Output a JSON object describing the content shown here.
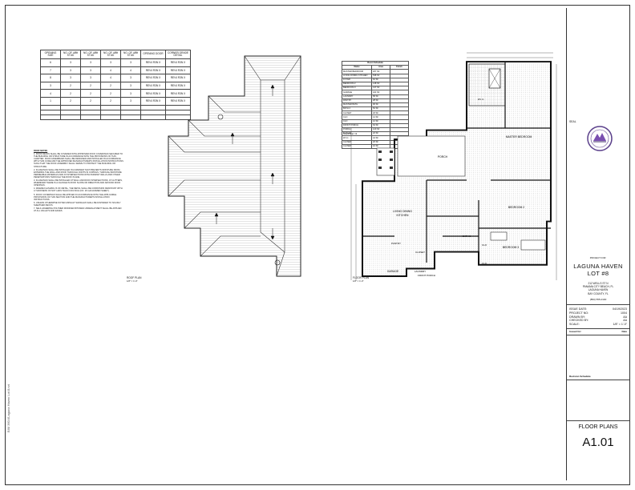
{
  "vent_table": {
    "headers": [
      "OPENING SIZE",
      "NO. OF 4/8ft STUD",
      "NO. OF 4/8ft STUD",
      "NO. OF 4/8ft STUD",
      "NO. OF 4/8ft STUD",
      "OPENING DOOR",
      "CORNER GRADE DETAIL"
    ],
    "rows": [
      [
        "6",
        "3",
        "3",
        "3",
        "3",
        "REV4 R3N X",
        "REV4 R3N X"
      ],
      [
        "7",
        "3",
        "3",
        "4",
        "4",
        "REV4 R3N X",
        "REV4 R3N X"
      ],
      [
        "8",
        "3",
        "3",
        "4",
        "3",
        "REV4 R3N X",
        "REV4 R3N X"
      ],
      [
        "3",
        "2",
        "2",
        "2",
        "3",
        "REV4 R3N X",
        "REV4 R3N X"
      ],
      [
        "4",
        "2",
        "2",
        "2",
        "3",
        "REV4 R3N X",
        "REV4 R3N X"
      ],
      [
        "1",
        "2",
        "2",
        "2",
        "3",
        "REV4 R3N X",
        "REV4 R3N X"
      ]
    ]
  },
  "notes": {
    "title": "ROOF NOTES",
    "items": [
      "ROOF DECKS SHALL BE COVERED WITH APPROVED ROOF COVERINGS SECURED TO THE BUILDING OR STRUCTURE IN ACCORDANCE WITH THE PROVISIONS OF THIS CHAPTER. ROOF ASSEMBLIES SHALL BE DESIGNED AND INSTALLED IN ACCORDANCE WITH THIS CODE AND THE APPROVED MANUFACTURER'S INSTALLATION INSTRUCTIONS SUCH THAT THE ROOF ASSEMBLY SHALL SERVE TO PROTECT THE BUILDING OR STRUCTURE.",
      "FLASHINGS SHALL BE INSTALLED IN A MANNER THAT PREVENTS MOISTURE FROM ENTERING THE WALL AND ROOF THROUGH JOINTS IN COPINGS, THROUGH MOISTURE PERMEABLE MATERIALS AND AT INTERSECTIONS WITH PARAPET WALLS AND OTHER PENETRATIONS THROUGH THE ROOF PLANE.",
      "FLASHINGS SHALL BE INSTALLED AT WALL AND ROOF INTERSECTIONS, AT GUTTERS, WHEREVER THERE IS A CHANGE IN ROOF SLOPE OR DIRECTION AND AROUND ROOF OPENINGS.",
      "WHERE FLASHING IS OF METAL, THE METAL SHALL BE CORROSION RESISTANT WITH A THICKNESS OF NOT LESS THAN 0.019 INCH (NO. 26 GALVANIZED SHEET).",
      "ROOF COVERINGS SHALL BE APPLIED IN ACCORDANCE WITH THE APPLICABLE PROVISIONS OF THIS SECTION AND THE MANUFACTURER'S INSTALLATION INSTRUCTIONS.",
      "UNLESS OTHERWISE NOTED ASPHALT SHINGLES SHALL BE FASTENED TO SOLIDLY SHEATHED DECKS.",
      "SELF-ADHERING POLYMER MODIFIED BITUMEN UNDERLAYMENT SHALL BE APPLIED AT ALL VALLEYS AND EAVES."
    ]
  },
  "room_schedule": {
    "title": "Room Schedule",
    "columns": [
      "Name",
      "Area",
      "Finish"
    ],
    "rows": [
      [
        "MASTER BEDROOM",
        "267 SF"
      ],
      [
        "LIVING DINING KITCHEN",
        "538 SF"
      ],
      [
        "FOYER",
        "62 SF"
      ],
      [
        "BEDROOM 2",
        "148 SF"
      ],
      [
        "BEDROOM 3",
        "137 SF"
      ],
      [
        "GARAGE",
        "421 SF"
      ],
      [
        "LAUNDRY",
        "58 SF"
      ],
      [
        "PANTRY",
        "28 SF"
      ],
      [
        "MASTER BATH",
        "96 SF"
      ],
      [
        "BATH 2",
        "52 SF"
      ],
      [
        "CLOSET",
        "18 SF"
      ],
      [
        "CLO",
        "14 SF"
      ],
      [
        "CLO",
        "12 SF"
      ],
      [
        "FRONT PORCH",
        "64 SF"
      ],
      [
        "PORCH",
        "120 SF"
      ],
      [
        "BUTLER",
        "22 SF"
      ],
      [
        "W.I.C.",
        "44 SF"
      ],
      [
        "CLOSET",
        "20 SF"
      ],
      [
        "CLOSET",
        "16 SF"
      ]
    ],
    "grand_total": "Grand total: 19"
  },
  "captions": {
    "roof_plan": "ROOF PLAN",
    "roof_scale": "1/8\" = 1'-0\"",
    "floor_plan": "FLOOR PLAN",
    "floor_scale": "1/8\" = 1'-0\"",
    "vertical": "BIM 360://Laguna Haven Lot 8.rvt"
  },
  "rooms": {
    "master_bedroom": "MASTER BEDROOM",
    "porch": "PORCH",
    "living": "LIVING DINING",
    "kitchen": "KITCHEN",
    "bedroom2": "BEDROOM 2",
    "pantry": "PANTRY",
    "closet": "CLOSET",
    "garage": "GARAGE",
    "laundry": "LAUNDRY",
    "front_porch": "FRONT PORCH",
    "bedroom3": "BEDROOM 3",
    "bath2": "BATH 2",
    "clo1": "CLO",
    "clo2": "CLO",
    "wic": "W.I.C."
  },
  "title_block": {
    "seal_label": "SEAL",
    "project_for": "PROJECT FOR:",
    "project_name": "LAGUNA HAVEN",
    "lot": "LOT #8",
    "address_lines": [
      "212 WELLS ST N",
      "PANAMA CITY BEACH, FL",
      "LAGUNA HAVEN",
      "BAY COUNTY, FL"
    ],
    "phone": "(850) 555-0100",
    "issue_date_label": "ISSUE DATE:",
    "issue_date": "04/19/2023",
    "project_no_label": "PROJECT NO:",
    "project_no": "1004",
    "drawn_by_label": "DRAWN BY:",
    "drawn_by": "AA",
    "checked_by_label": "CHECKED BY:",
    "checked_by": "AA",
    "scale_label": "SCALE:",
    "scale": "1/8\" = 1'-0\"",
    "issued_for": "Issued for:",
    "date_col": "Date",
    "revision_schedule": "Revision Schedule",
    "sheet_title": "FLOOR PLANS",
    "sheet_number": "A1.01"
  }
}
